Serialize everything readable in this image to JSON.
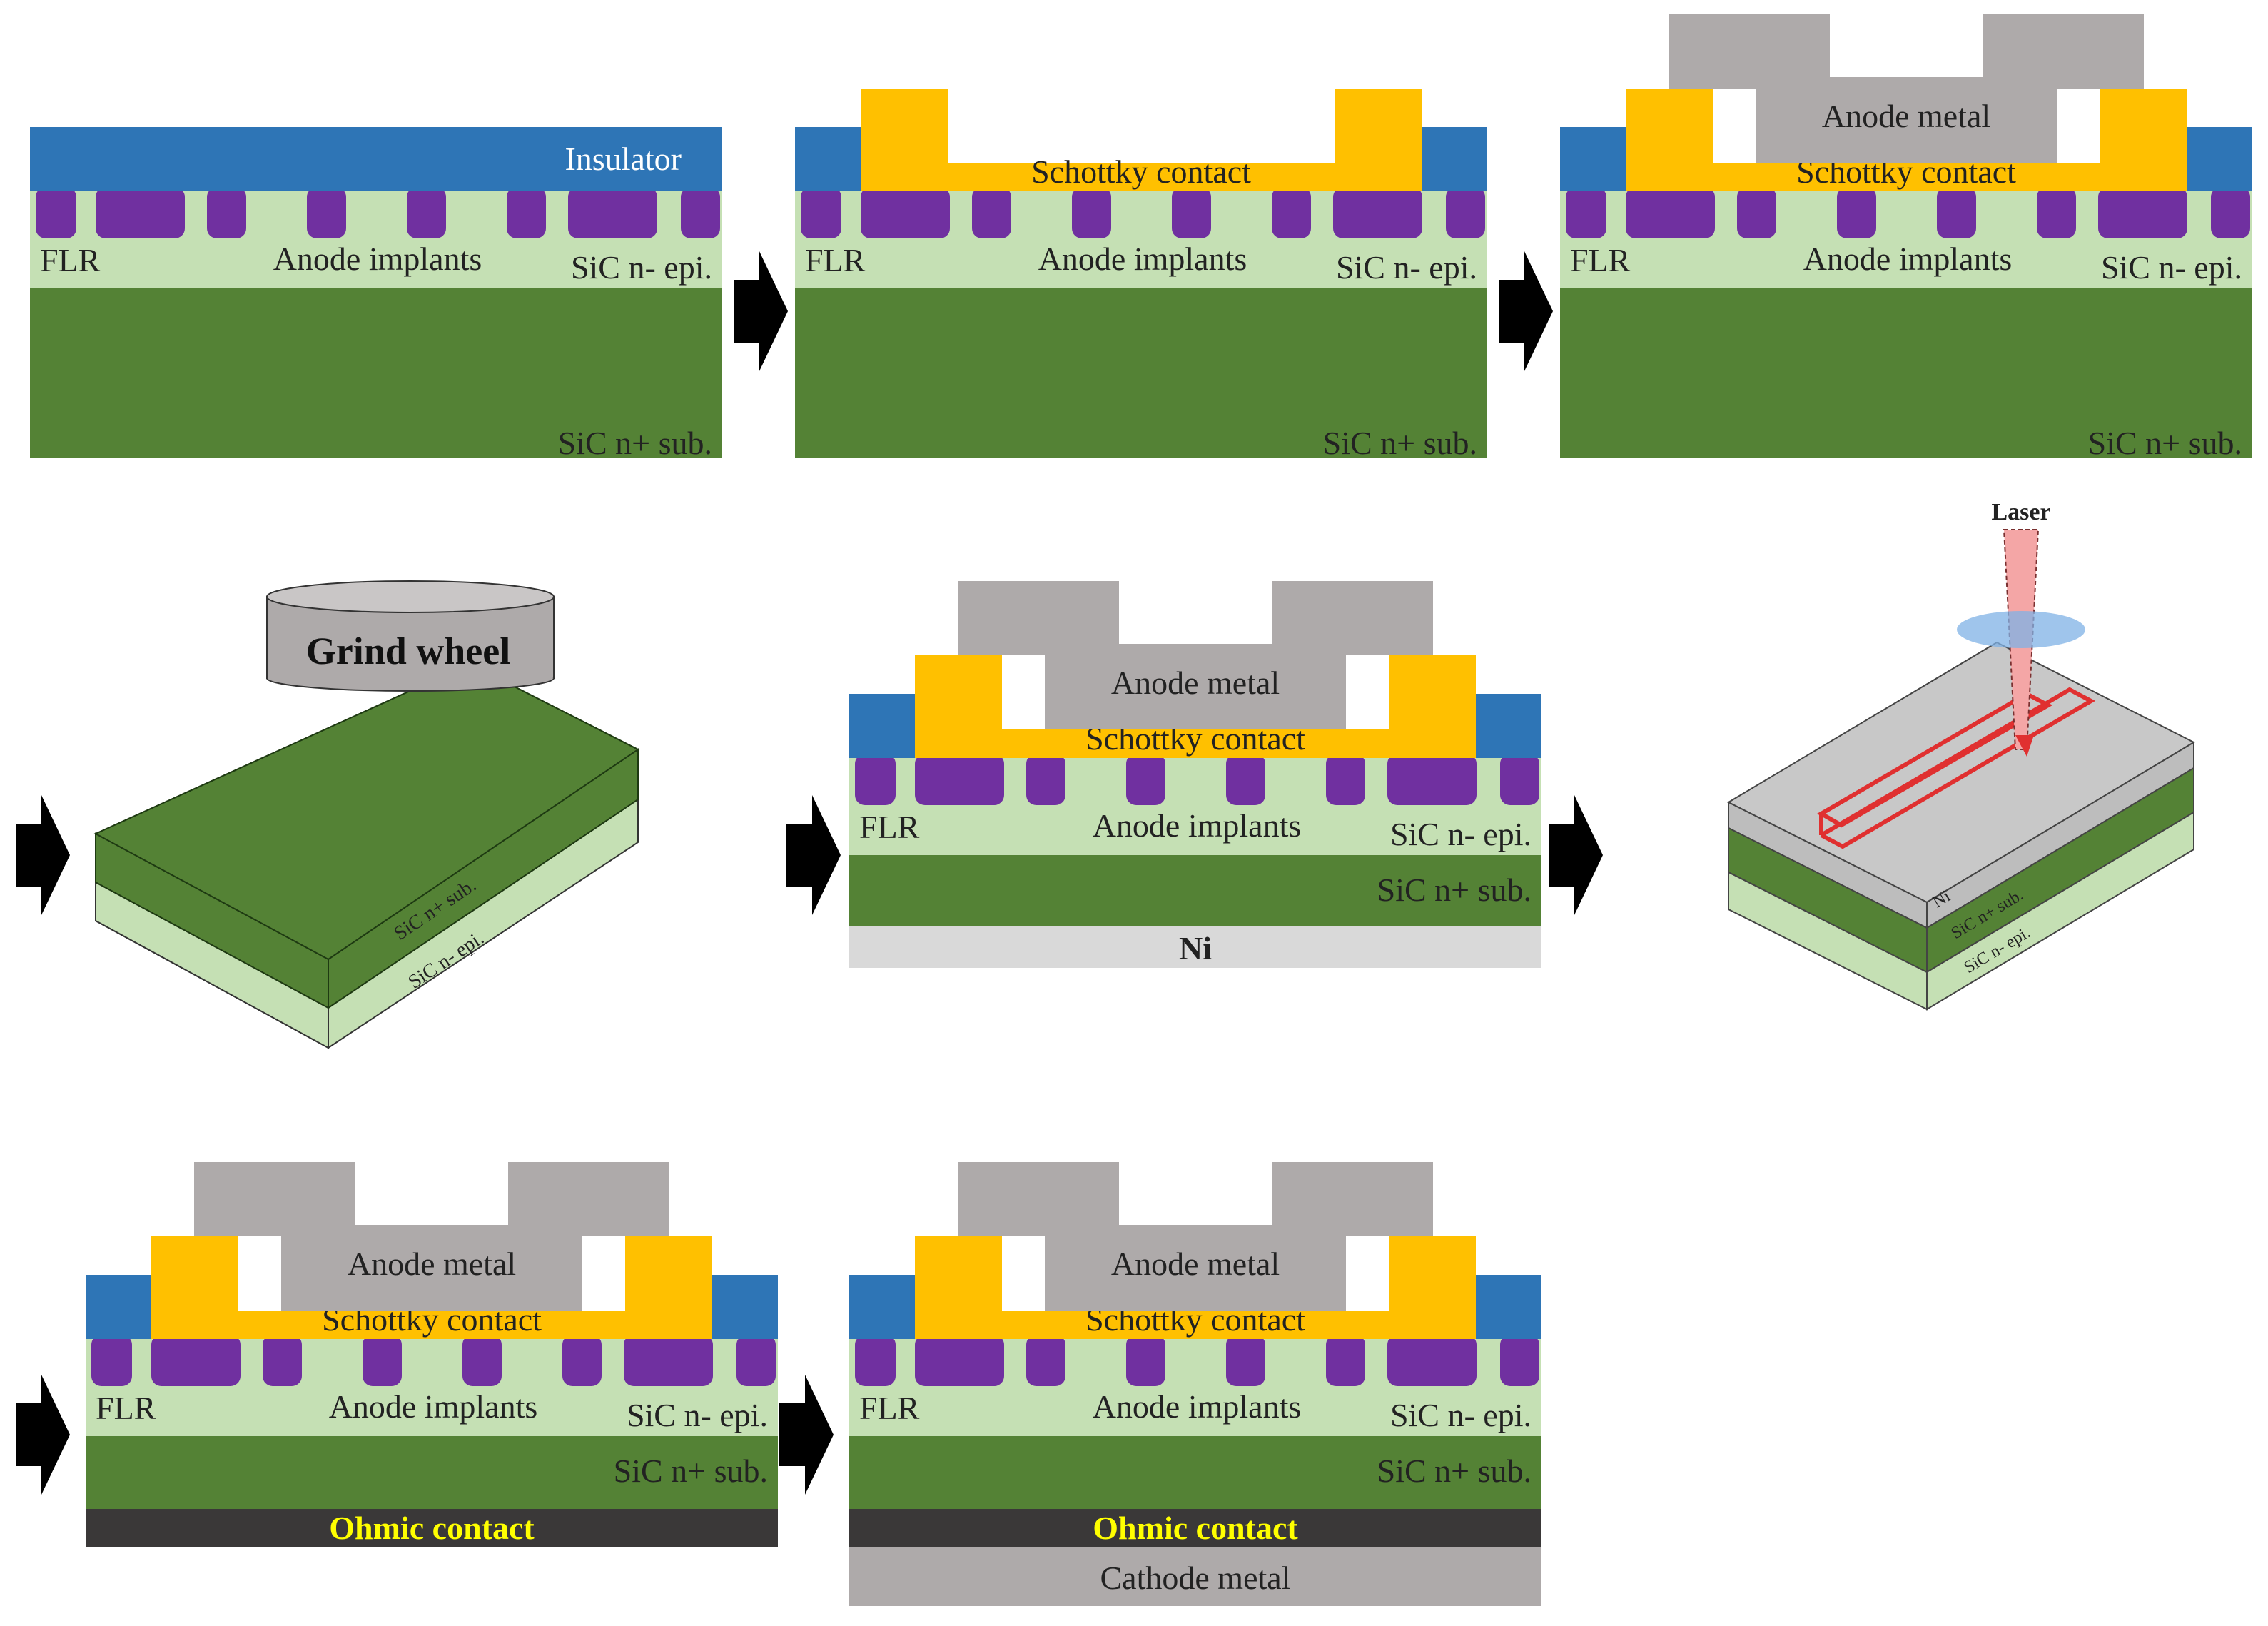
{
  "colors": {
    "insulator": "#2E75B6",
    "schottky": "#FFC000",
    "anode_metal": "#AEAAAA",
    "implant": "#7030A0",
    "epi": "#C5E0B4",
    "substrate": "#548235",
    "ohmic": "#3A3838",
    "ohmic_text": "#FFFF00",
    "cathode": "#AEAAAA",
    "ni_layer": "#D9D9D9",
    "laser": "#F4A6A6",
    "laser_lens": "#7FB2E5",
    "laser_scan": "#E03030",
    "arrow": "#000000"
  },
  "labels": {
    "insulator": "Insulator",
    "schottky": "Schottky contact",
    "anode_metal": "Anode metal",
    "flr": "FLR",
    "anode_implants": "Anode implants",
    "epi": "SiC n- epi.",
    "substrate": "SiC n+ sub.",
    "ohmic": "Ohmic contact",
    "cathode": "Cathode metal",
    "ni": "Ni",
    "grind_wheel": "Grind wheel",
    "laser": "Laser",
    "iso_substrate": "SiC n+ sub.",
    "iso_epi": "SiC n- epi.",
    "iso_ni": "Ni"
  },
  "steps": [
    {
      "id": "step-1-insulator-deposition",
      "layers": [
        "substrate",
        "epi",
        "implants",
        "insulator"
      ]
    },
    {
      "id": "step-2-schottky-contact",
      "layers": [
        "substrate",
        "epi",
        "implants",
        "insulator",
        "schottky"
      ]
    },
    {
      "id": "step-3-anode-metal",
      "layers": [
        "substrate",
        "epi",
        "implants",
        "insulator",
        "schottky",
        "anode_metal"
      ]
    },
    {
      "id": "step-4-grinding",
      "layers": [
        "grind_wheel",
        "substrate",
        "epi"
      ]
    },
    {
      "id": "step-5-ni-deposition",
      "layers": [
        "anode_metal",
        "schottky",
        "insulator",
        "implants",
        "epi",
        "substrate",
        "ni"
      ]
    },
    {
      "id": "step-6-laser-annealing",
      "layers": [
        "laser",
        "ni",
        "substrate",
        "epi"
      ]
    },
    {
      "id": "step-7-ohmic-contact",
      "layers": [
        "anode_metal",
        "schottky",
        "insulator",
        "implants",
        "epi",
        "substrate",
        "ohmic"
      ]
    },
    {
      "id": "step-8-cathode-metal",
      "layers": [
        "anode_metal",
        "schottky",
        "insulator",
        "implants",
        "epi",
        "substrate",
        "ohmic",
        "cathode"
      ]
    }
  ]
}
